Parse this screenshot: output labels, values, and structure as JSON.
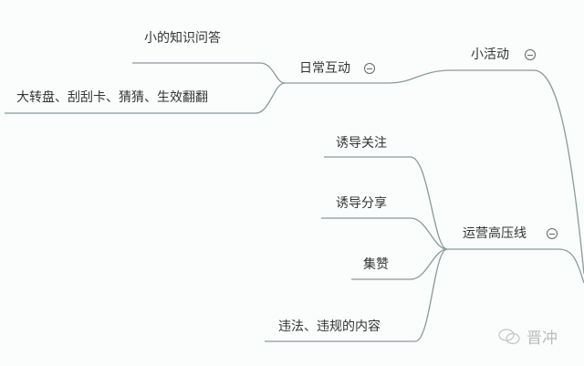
{
  "nodes": {
    "small_activity": "小活动",
    "daily_interaction": "日常互动",
    "quiz": "小的知识问答",
    "games": "大转盘、刮刮卡、猜猜、生效翻翻",
    "ops_redline": "运营高压线",
    "induce_follow": "诱导关注",
    "induce_share": "诱导分享",
    "collect_likes": "集赞",
    "illegal_content": "违法、违规的内容"
  },
  "watermark": {
    "text": "晋冲",
    "icon": "wechat-icon"
  },
  "colors": {
    "line": "#8a9a9a",
    "text": "#333333"
  }
}
